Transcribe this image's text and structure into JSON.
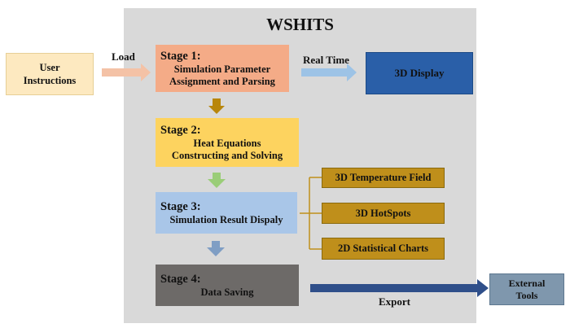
{
  "title": "WSHITS",
  "user_box": {
    "line1": "User",
    "line2": "Instructions"
  },
  "labels": {
    "load": "Load",
    "real_time": "Real Time",
    "export": "Export"
  },
  "stages": [
    {
      "heading": "Stage 1:",
      "line1": "Simulation Parameter",
      "line2": "Assignment and Parsing"
    },
    {
      "heading": "Stage 2:",
      "line1": "Heat Equations",
      "line2": "Constructing and Solving"
    },
    {
      "heading": "Stage 3:",
      "line1": "Simulation Result Dispaly",
      "line2": ""
    },
    {
      "heading": "Stage 4:",
      "line1": "Data Saving",
      "line2": ""
    }
  ],
  "display": "3D Display",
  "outputs": [
    "3D Temperature Field",
    "3D HotSpots",
    "2D Statistical Charts"
  ],
  "external": {
    "line1": "External",
    "line2": "Tools"
  },
  "colors": {
    "panel": "#d9d9d9",
    "user": "#fde9c0",
    "stage1": "#f4ab87",
    "stage2": "#fdd35f",
    "stage3": "#a9c6e8",
    "stage4": "#6d6a68",
    "display": "#2a5fa8",
    "outputs": "#bf8f1b",
    "external": "#7f97ad",
    "arrow_down1": "#b8860b",
    "arrow_down2": "#9acd78",
    "arrow_down3": "#7f9ec4",
    "export_arrow": "#2f4f8a"
  }
}
